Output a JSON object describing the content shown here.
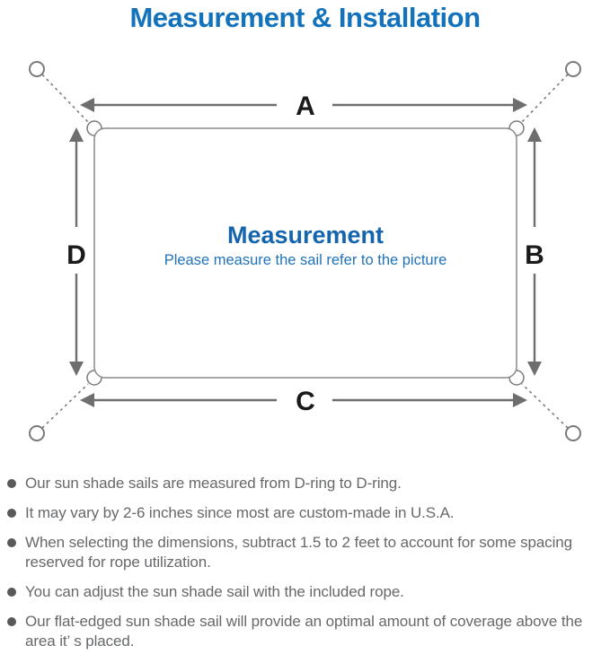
{
  "page": {
    "title": "Measurement & Installation",
    "colors": {
      "title_blue": "#1372BC",
      "center_title_blue": "#1565AE",
      "center_subtitle_blue": "#2273B9",
      "line_gray": "#7A7A7A",
      "arrow_gray": "#6E6E6E",
      "label_black": "#1A1A1A",
      "note_text_gray": "#67686A"
    }
  },
  "diagram": {
    "labels": {
      "top": "A",
      "right": "B",
      "bottom": "C",
      "left": "D"
    },
    "center_title": "Measurement",
    "center_subtitle": "Please measure the sail refer to the picture"
  },
  "notes": {
    "items": [
      "Our sun shade sails are measured from D-ring to D-ring.",
      "It may vary by 2-6 inches since most are custom-made in U.S.A.",
      "When selecting the dimensions, subtract 1.5 to 2 feet to account for some spacing reserved for rope utilization.",
      "You can adjust the sun shade sail with the included rope.",
      "Our flat-edged sun shade sail will provide an optimal amount of coverage above the area it’ s placed."
    ]
  }
}
